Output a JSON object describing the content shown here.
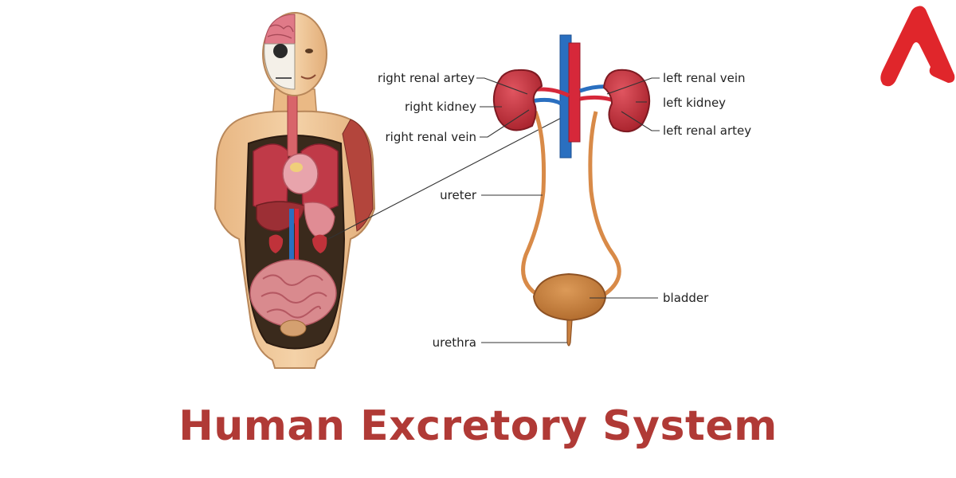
{
  "title": "Human Excretory System",
  "labels": {
    "right_renal_artery": "right renal artey",
    "right_kidney": "right kidney",
    "right_renal_vein": "right renal vein",
    "left_renal_vein": "left renal vein",
    "left_kidney": "left kidney",
    "left_renal_artery": "left renal artey",
    "ureter": "ureter",
    "bladder": "bladder",
    "urethra": "urethra"
  },
  "colors": {
    "title": "#b03a36",
    "logo": "#e0262b",
    "kidney": "#c0323a",
    "artery": "#d6283a",
    "vein": "#2a6fc0",
    "ureter": "#d88a48",
    "bladder": "#c9803f",
    "skin": "#f0c896"
  },
  "icons": {
    "logo": "brand-logo-icon"
  }
}
